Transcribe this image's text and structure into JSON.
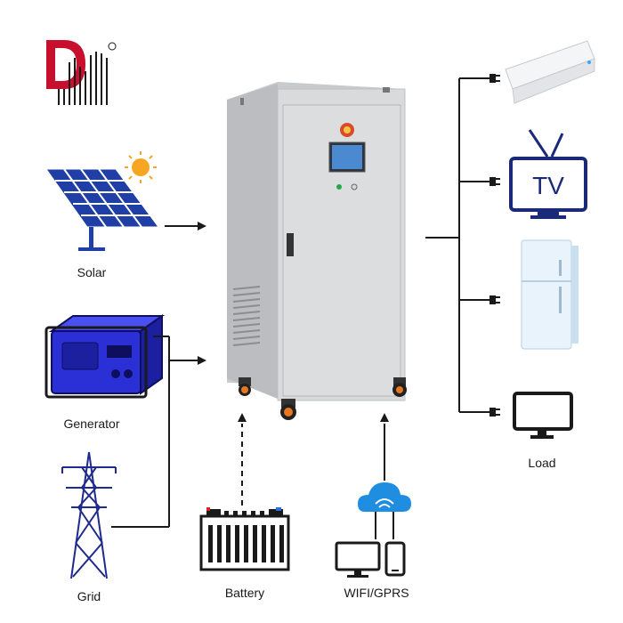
{
  "labels": {
    "solar": "Solar",
    "generator": "Generator",
    "grid": "Grid",
    "battery": "Battery",
    "wifi": "WIFI/GPRS",
    "load": "Load",
    "tv": "TV"
  },
  "logo": {
    "text": "DM",
    "registered": "®"
  },
  "colors": {
    "logo_red": "#c8102e",
    "cabinet": "#d9dadb",
    "cabinet_edge": "#bfc0c2",
    "solar_blue": "#1f3fa6",
    "generator_blue": "#2b2fd6",
    "tower_blue": "#1e2a8c",
    "line": "#1a1a1a",
    "sun": "#f6a623",
    "cloud_blue": "#1f8de0",
    "tv_blue": "#1b2a78"
  },
  "icons": [
    "solar-panel-icon",
    "sun-icon",
    "generator-icon",
    "power-tower-icon",
    "battery-icon",
    "cloud-icon",
    "monitor-icon",
    "phone-icon",
    "air-conditioner-icon",
    "tv-icon",
    "fridge-icon",
    "monitor-load-icon",
    "plug-icon"
  ]
}
